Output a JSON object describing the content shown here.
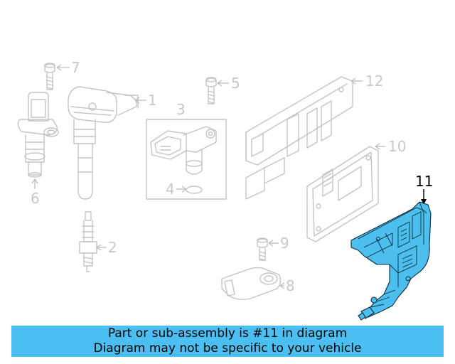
{
  "diagram": {
    "highlight_color": "#4cbfee",
    "highlighted_part": "11",
    "callouts": [
      {
        "id": "1",
        "label": "1"
      },
      {
        "id": "2",
        "label": "2"
      },
      {
        "id": "3",
        "label": "3"
      },
      {
        "id": "4",
        "label": "4"
      },
      {
        "id": "5",
        "label": "5"
      },
      {
        "id": "6",
        "label": "6"
      },
      {
        "id": "7",
        "label": "7"
      },
      {
        "id": "8",
        "label": "8"
      },
      {
        "id": "9",
        "label": "9"
      },
      {
        "id": "10",
        "label": "10"
      },
      {
        "id": "11",
        "label": "11"
      },
      {
        "id": "12",
        "label": "12"
      }
    ]
  },
  "banner": {
    "background": "#4cbff2",
    "line1": "Part or sub-assembly is #11 in diagram",
    "line2": "Diagram may not be specific to your vehicle"
  }
}
